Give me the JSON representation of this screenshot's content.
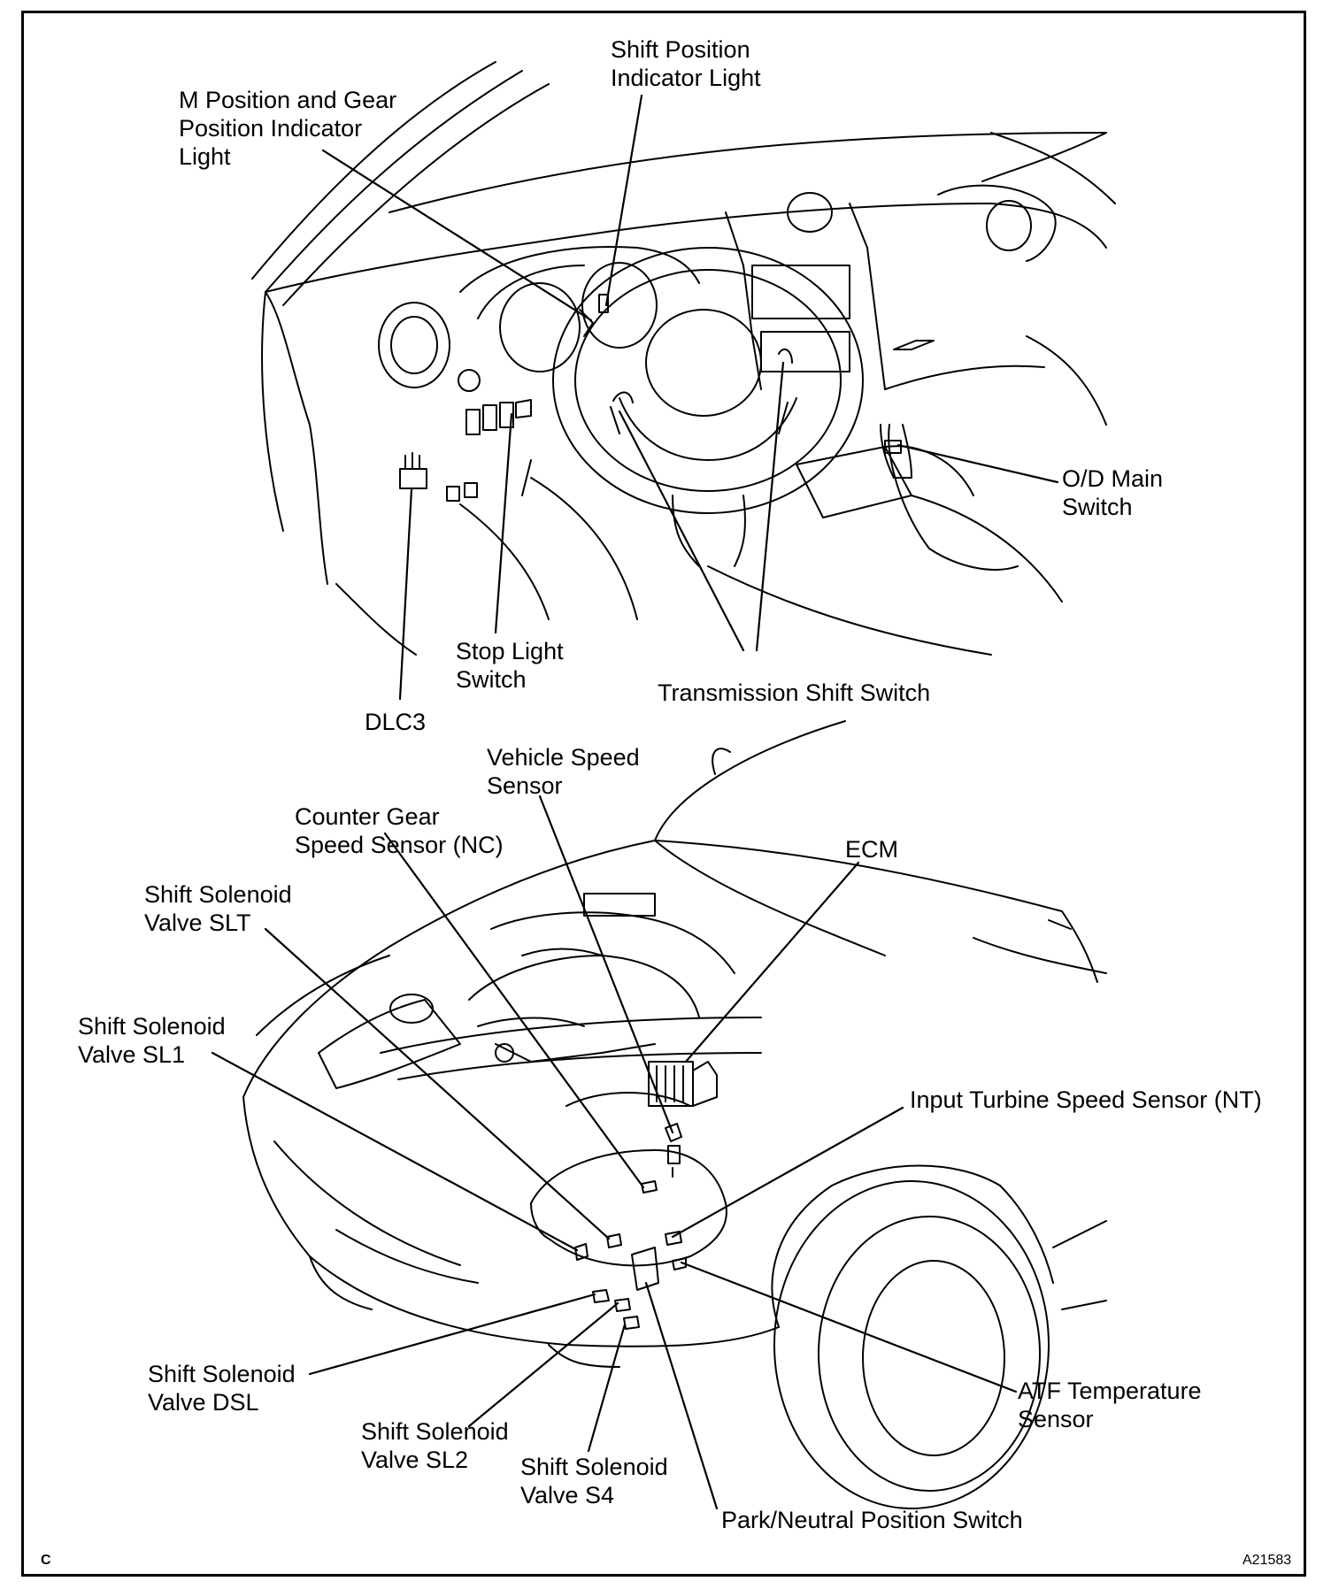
{
  "labels": {
    "shift_position_indicator": "Shift Position\nIndicator Light",
    "m_position_gear_indicator": "M Position and Gear\nPosition Indicator\nLight",
    "od_main_switch": "O/D Main\nSwitch",
    "stop_light_switch": "Stop Light\nSwitch",
    "transmission_shift_switch": "Transmission Shift Switch",
    "dlc3": "DLC3",
    "vehicle_speed_sensor": "Vehicle Speed\nSensor",
    "counter_gear_speed_sensor": "Counter Gear\nSpeed Sensor (NC)",
    "ecm": "ECM",
    "shift_solenoid_slt": "Shift Solenoid\nValve SLT",
    "shift_solenoid_sl1": "Shift Solenoid\nValve SL1",
    "input_turbine_speed_sensor": "Input Turbine Speed Sensor (NT)",
    "atf_temperature_sensor": "ATF Temperature\nSensor",
    "shift_solenoid_dsl": "Shift Solenoid\nValve DSL",
    "shift_solenoid_sl2": "Shift Solenoid\nValve SL2",
    "shift_solenoid_s4": "Shift Solenoid\nValve S4",
    "park_neutral_switch": "Park/Neutral Position Switch"
  },
  "footer": {
    "corner_code": "C",
    "figure_id": "A21583"
  }
}
